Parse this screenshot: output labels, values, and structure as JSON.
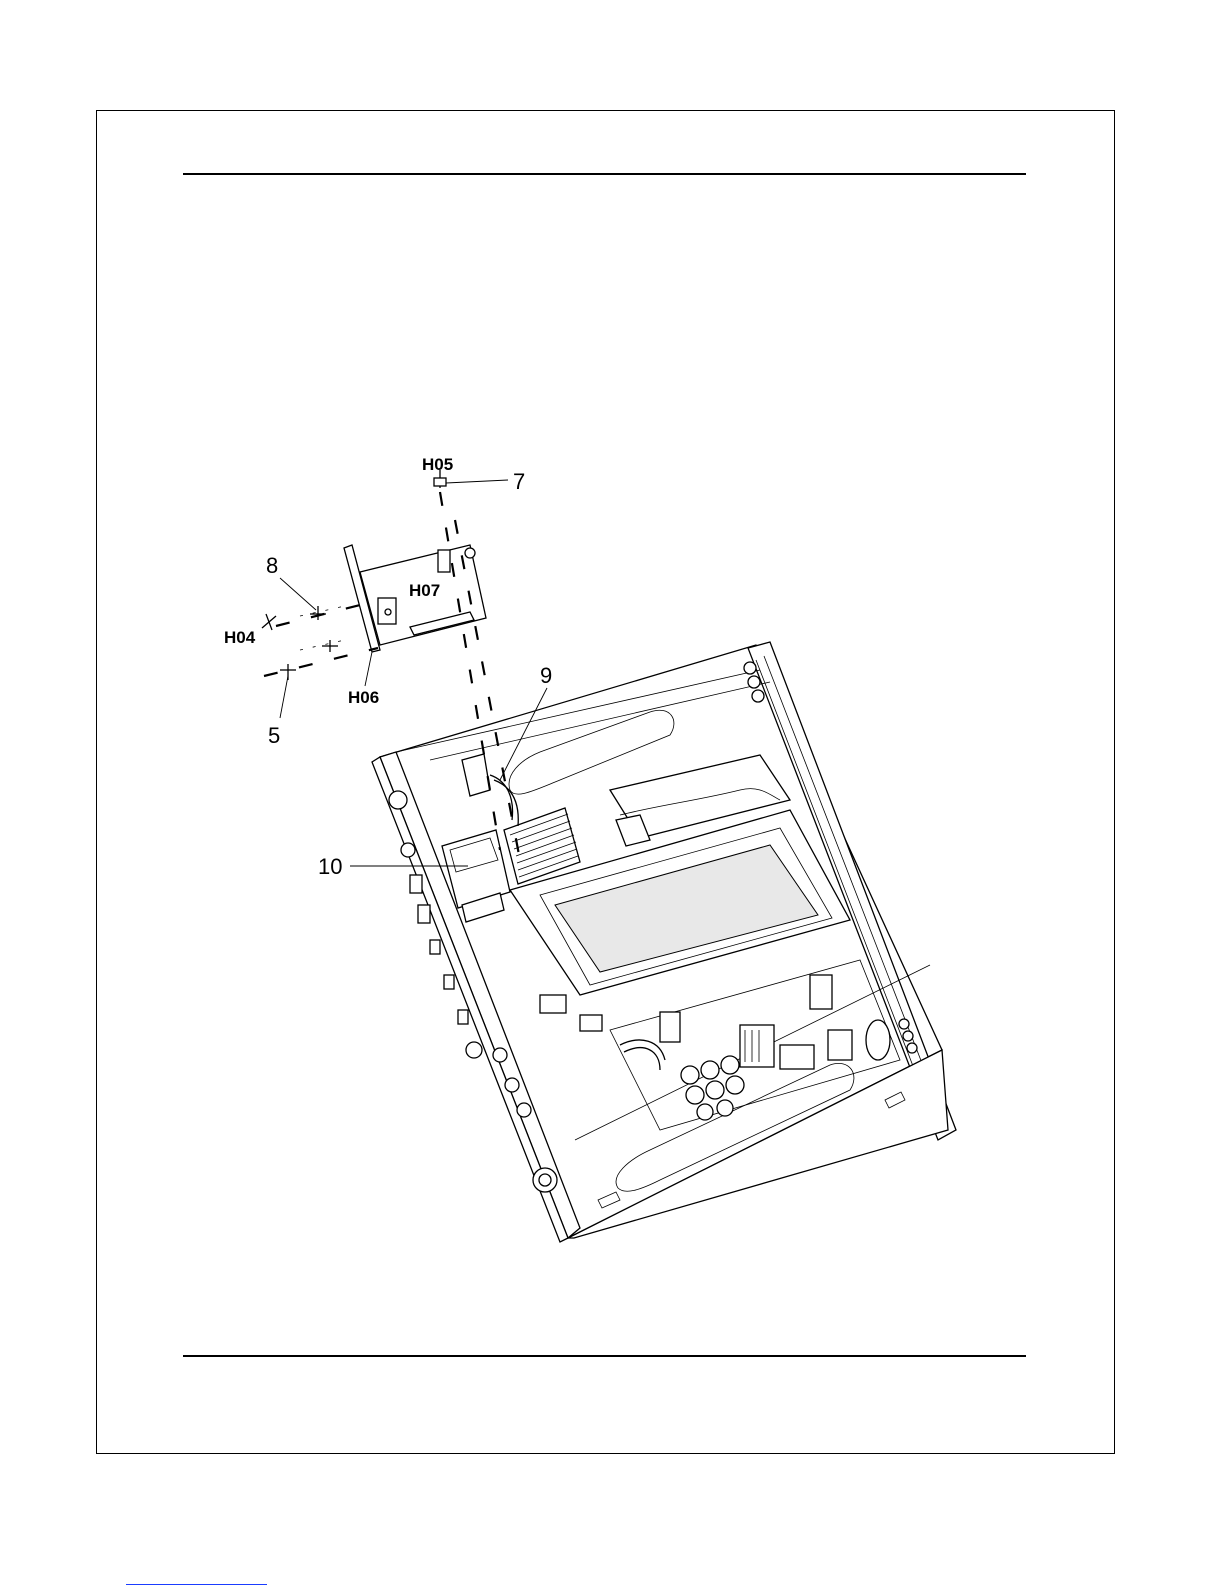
{
  "callouts": {
    "h05": "H05",
    "n7": "7",
    "n8": "8",
    "h07": "H07",
    "h04": "H04",
    "n9": "9",
    "h06": "H06",
    "n5": "5",
    "n10": "10"
  },
  "colors": {
    "line": "#000000",
    "background": "#ffffff"
  }
}
